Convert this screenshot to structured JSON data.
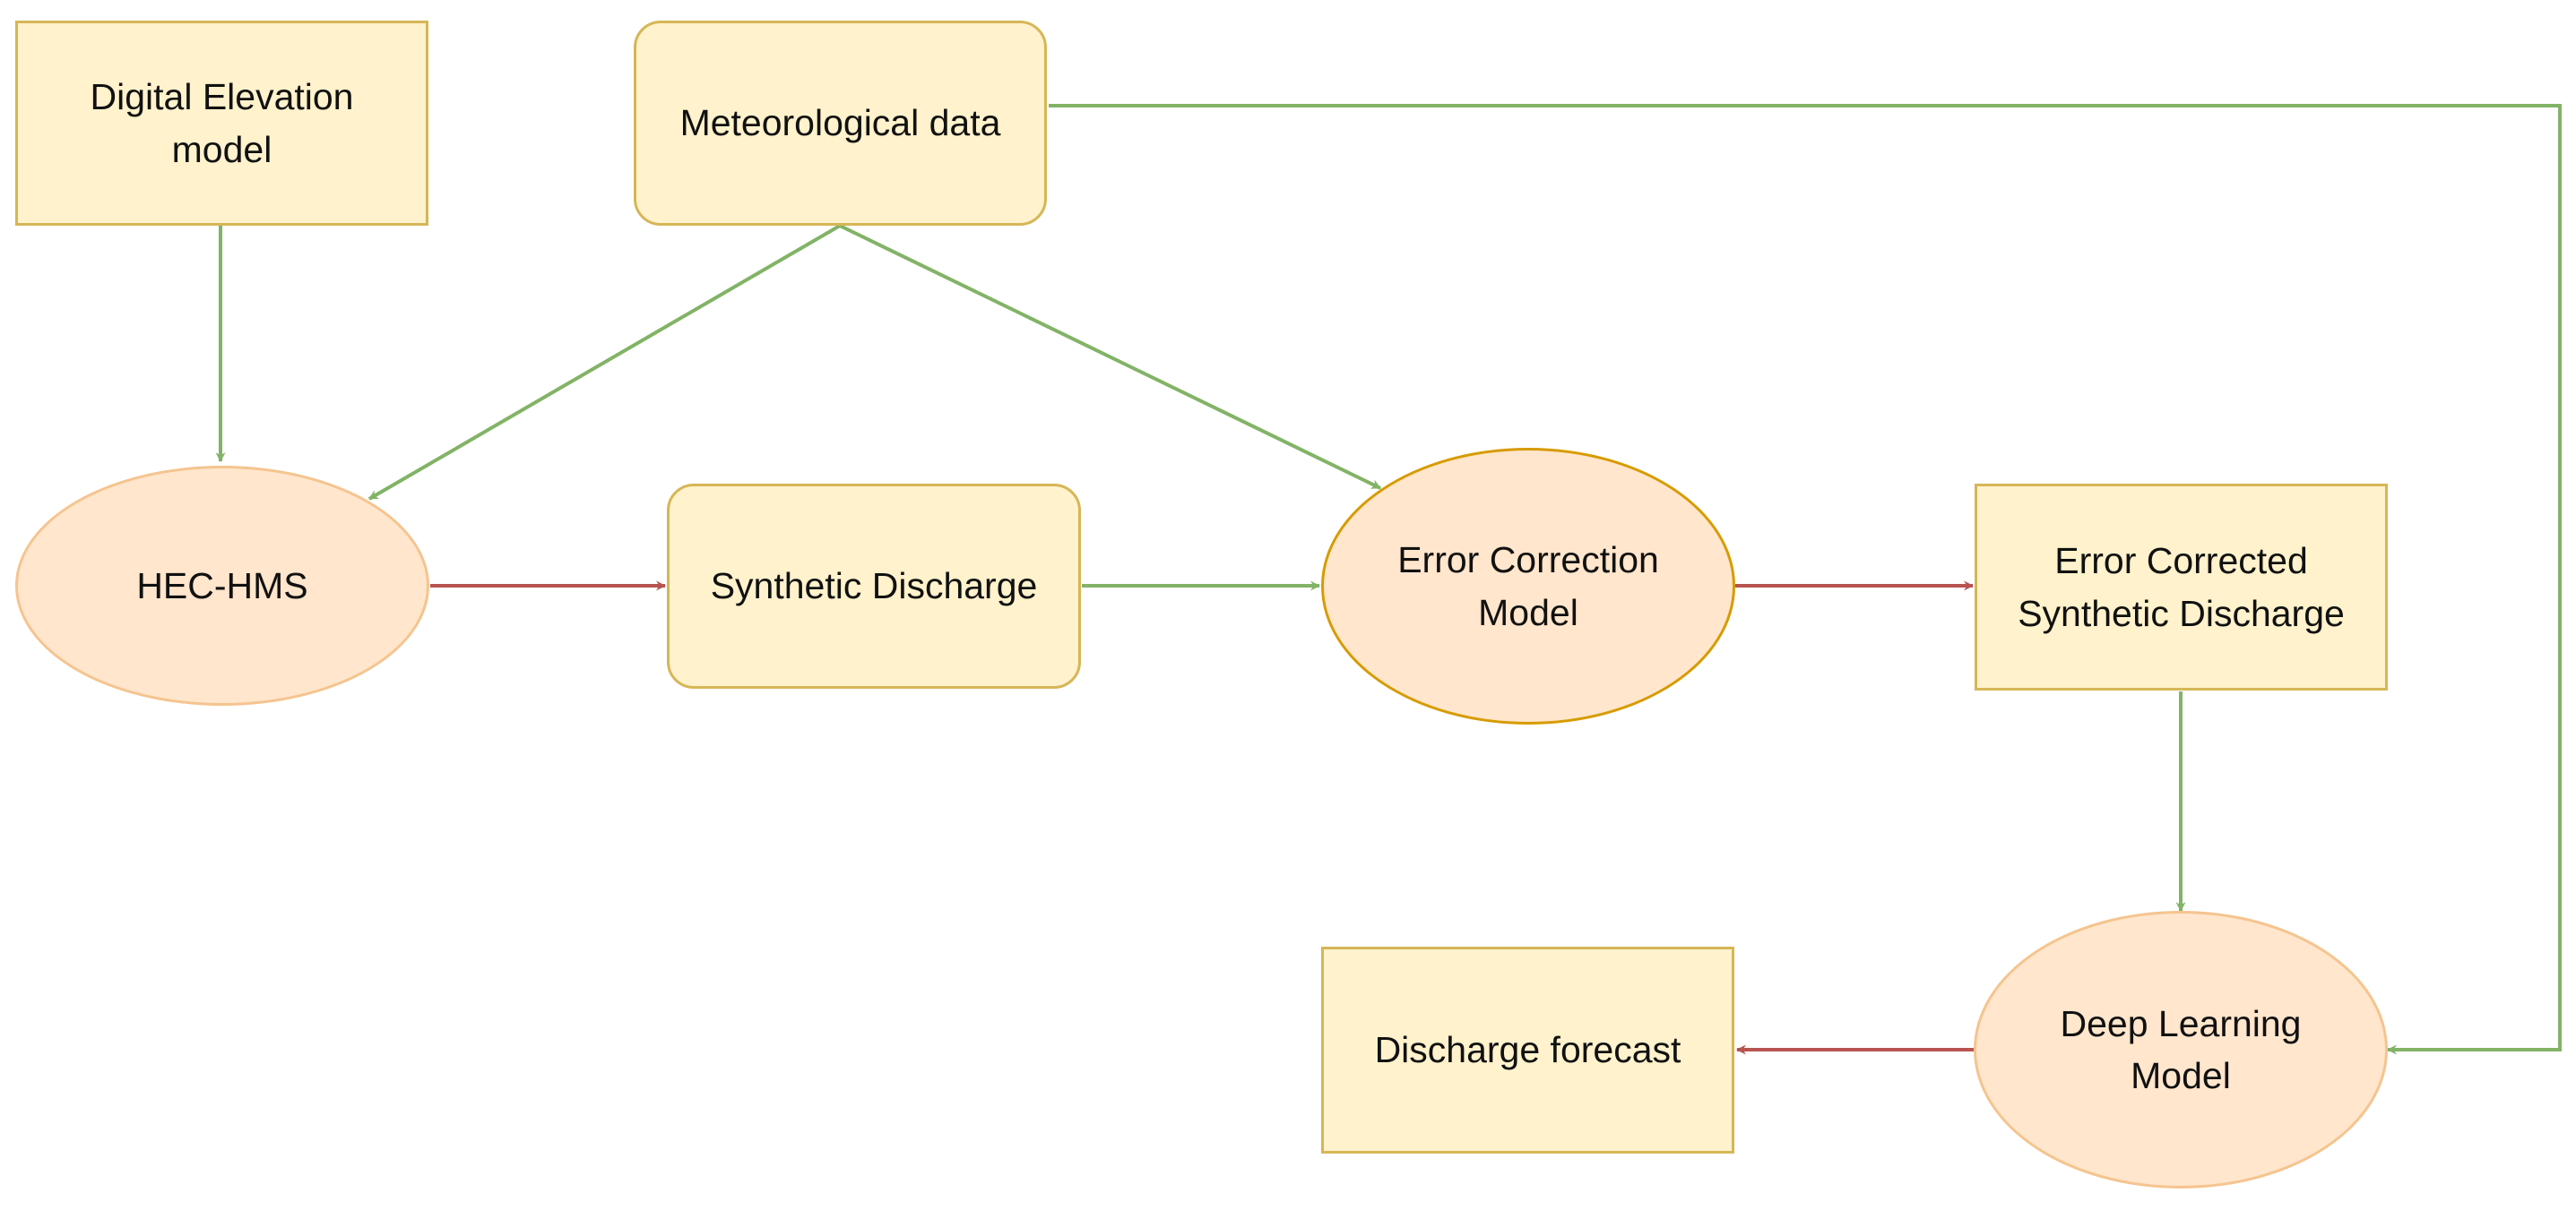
{
  "nodes": {
    "dem": "Digital Elevation\nmodel",
    "meteo": "Meteorological data",
    "hechms": "HEC-HMS",
    "synthetic": "Synthetic Discharge",
    "error_model": "Error Correction\nModel",
    "corrected": "Error Corrected\nSynthetic Discharge",
    "deep_learning": "Deep Learning\nModel",
    "forecast": "Discharge forecast"
  },
  "colors": {
    "rect_fill": "#fff2cc",
    "rect_stroke": "#d6b656",
    "ellipse_fill": "#ffe6cc",
    "ellipse_stroke": "#f5c48f",
    "green_arrow": "#82b366",
    "red_arrow": "#b85450"
  },
  "edges": [
    {
      "from": "dem",
      "to": "hechms",
      "color": "green"
    },
    {
      "from": "meteo",
      "to": "hechms",
      "color": "green"
    },
    {
      "from": "meteo",
      "to": "error_model",
      "color": "green"
    },
    {
      "from": "meteo",
      "to": "deep_learning",
      "color": "green"
    },
    {
      "from": "hechms",
      "to": "synthetic",
      "color": "red"
    },
    {
      "from": "synthetic",
      "to": "error_model",
      "color": "green"
    },
    {
      "from": "error_model",
      "to": "corrected",
      "color": "red"
    },
    {
      "from": "corrected",
      "to": "deep_learning",
      "color": "green"
    },
    {
      "from": "deep_learning",
      "to": "forecast",
      "color": "red"
    }
  ]
}
